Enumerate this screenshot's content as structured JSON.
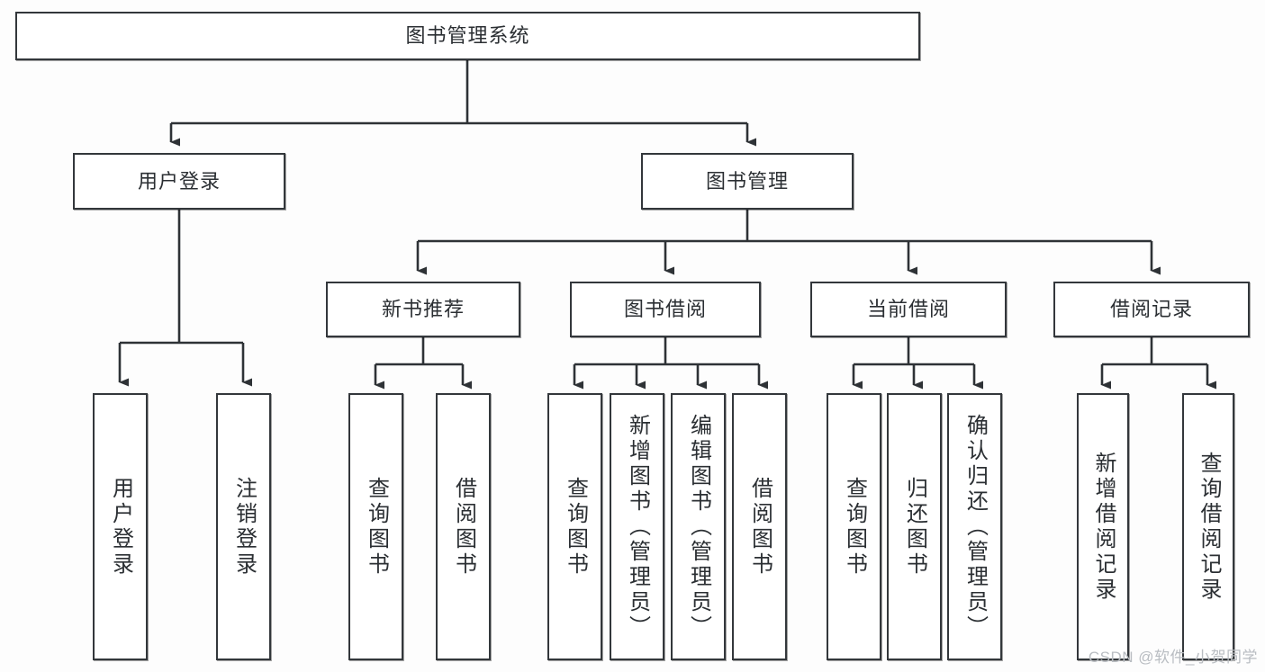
{
  "diagram": {
    "type": "tree-hierarchy",
    "title": "图书管理系统",
    "watermark": "CSDN @软件_小贺同学",
    "colors": {
      "box_border": "#33373b",
      "box_fill": "#ffffff",
      "connector": "#2e3236",
      "text": "#2b2f33",
      "watermark": "#b9bdc2",
      "background": "#fdfdfd"
    },
    "levels": [
      {
        "level": 1,
        "nodes": [
          {
            "id": "root",
            "label": "图书管理系统",
            "orientation": "horizontal"
          }
        ]
      },
      {
        "level": 2,
        "nodes": [
          {
            "id": "user-login",
            "label": "用户登录",
            "orientation": "horizontal",
            "parent": "root"
          },
          {
            "id": "book-manage",
            "label": "图书管理",
            "orientation": "horizontal",
            "parent": "root"
          }
        ]
      },
      {
        "level": 3,
        "nodes": [
          {
            "id": "new-book-rec",
            "label": "新书推荐",
            "orientation": "horizontal",
            "parent": "book-manage"
          },
          {
            "id": "book-borrow",
            "label": "图书借阅",
            "orientation": "horizontal",
            "parent": "book-manage"
          },
          {
            "id": "current-borrow",
            "label": "当前借阅",
            "orientation": "horizontal",
            "parent": "book-manage"
          },
          {
            "id": "borrow-record",
            "label": "借阅记录",
            "orientation": "horizontal",
            "parent": "book-manage"
          }
        ]
      },
      {
        "level": 4,
        "nodes": [
          {
            "id": "leaf-user-login",
            "label": "用户登录",
            "orientation": "vertical",
            "parent": "user-login"
          },
          {
            "id": "leaf-logout",
            "label": "注销登录",
            "orientation": "vertical",
            "parent": "user-login"
          },
          {
            "id": "leaf-query-book-1",
            "label": "查询图书",
            "orientation": "vertical",
            "parent": "new-book-rec"
          },
          {
            "id": "leaf-borrow-book-1",
            "label": "借阅图书",
            "orientation": "vertical",
            "parent": "new-book-rec"
          },
          {
            "id": "leaf-query-book-2",
            "label": "查询图书",
            "orientation": "vertical",
            "parent": "book-borrow"
          },
          {
            "id": "leaf-add-book",
            "label": "新增图书（管理员）",
            "orientation": "vertical",
            "parent": "book-borrow"
          },
          {
            "id": "leaf-edit-book",
            "label": "编辑图书（管理员）",
            "orientation": "vertical",
            "parent": "book-borrow"
          },
          {
            "id": "leaf-borrow-book-2",
            "label": "借阅图书",
            "orientation": "vertical",
            "parent": "book-borrow"
          },
          {
            "id": "leaf-query-book-3",
            "label": "查询图书",
            "orientation": "vertical",
            "parent": "current-borrow"
          },
          {
            "id": "leaf-return-book",
            "label": "归还图书",
            "orientation": "vertical",
            "parent": "current-borrow"
          },
          {
            "id": "leaf-confirm-return",
            "label": "确认归还（管理员）",
            "orientation": "vertical",
            "parent": "current-borrow"
          },
          {
            "id": "leaf-add-record",
            "label": "新增借阅记录",
            "orientation": "vertical",
            "parent": "borrow-record"
          },
          {
            "id": "leaf-query-record",
            "label": "查询借阅记录",
            "orientation": "vertical",
            "parent": "borrow-record"
          }
        ]
      }
    ]
  }
}
